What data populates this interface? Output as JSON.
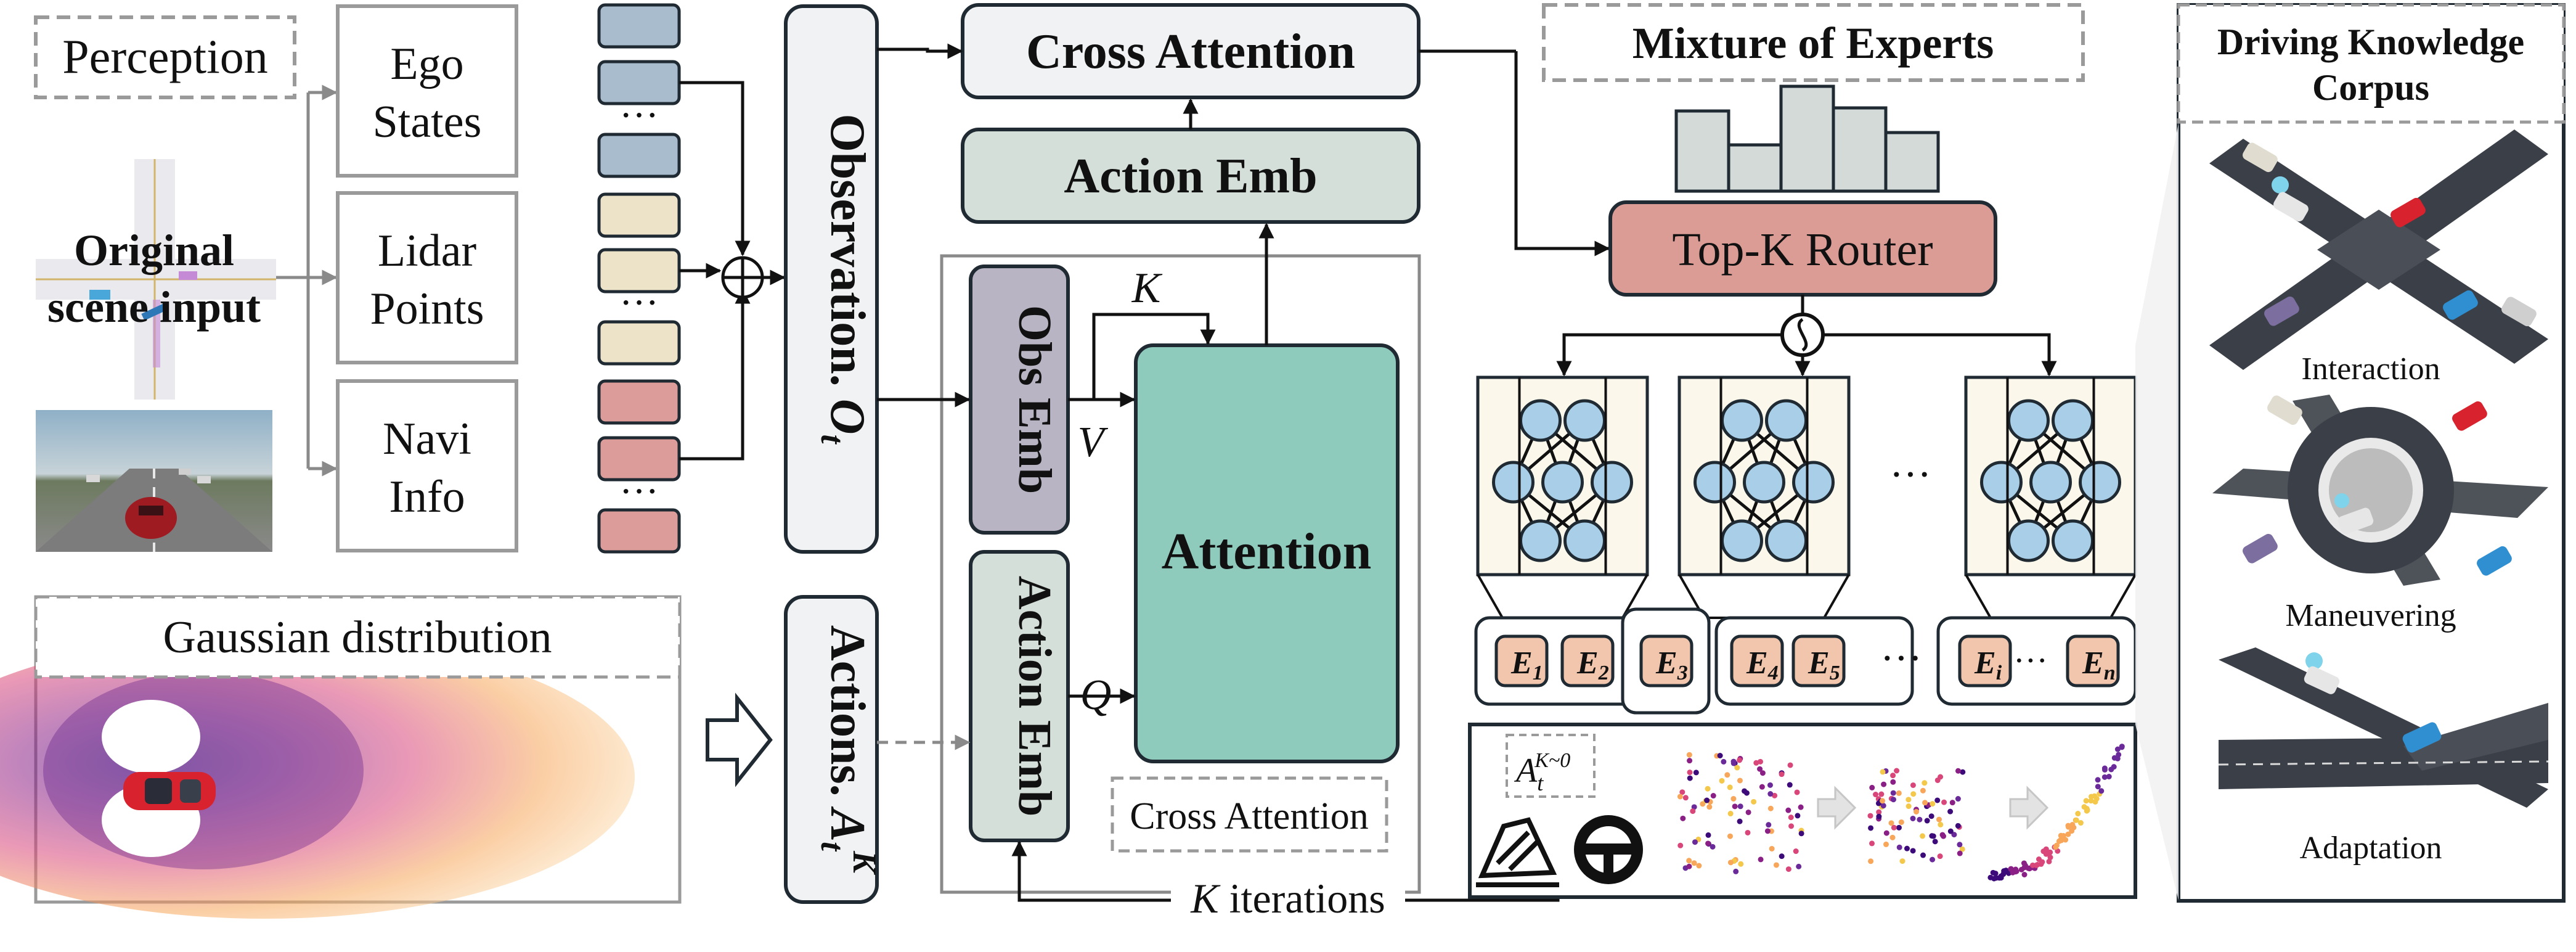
{
  "perception": {
    "title": "Perception",
    "scene_line1": "Original",
    "scene_line2": "scene input",
    "boxes": [
      {
        "line1": "Ego",
        "line2": "States"
      },
      {
        "line1": "Lidar",
        "line2": "Points"
      },
      {
        "line1": "Navi",
        "line2": "Info"
      }
    ],
    "ellipsis": "···"
  },
  "gaussian": {
    "title": "Gaussian distribution"
  },
  "observation": {
    "label": "Observation.",
    "symbol": "O",
    "subscript": "t"
  },
  "actions": {
    "label": "Actions.",
    "symbol": "A",
    "subscript": "t",
    "superscript": "K"
  },
  "decoder": {
    "cross_attention_top": "Cross Attention",
    "action_emb_top": "Action Emb",
    "obs_emb": "Obs Emb",
    "action_emb_side": "Action Emb",
    "attention": "Attention",
    "cross_attention_label": "Cross Attention",
    "k_label": "K",
    "v_label": "V",
    "q_label": "Q",
    "iterations_k": "K",
    "iterations_text": " iterations"
  },
  "moe": {
    "title": "Mixture of Experts",
    "router": "Top-K Router",
    "ellipsis": "···",
    "experts": [
      {
        "letter": "E",
        "sub": "1"
      },
      {
        "letter": "E",
        "sub": "2"
      },
      {
        "letter": "E",
        "sub": "3"
      },
      {
        "letter": "E",
        "sub": "4"
      },
      {
        "letter": "E",
        "sub": "5"
      },
      {
        "letter": "E",
        "sub": "i"
      },
      {
        "letter": "E",
        "sub": "n"
      }
    ],
    "denoise_symbol": "A",
    "denoise_sub": "t",
    "denoise_sup": "K~0"
  },
  "corpus": {
    "title_line1": "Driving Knowledge",
    "title_line2": "Corpus",
    "items": [
      "Interaction",
      "Maneuvering",
      "Adaptation"
    ]
  },
  "colors": {
    "box_border": "#9a9a9a",
    "dark_border": "#1f2a33",
    "token_blue": "#a9bccd",
    "token_beige": "#ece3c9",
    "token_red": "#dc9c9a",
    "emb_sage": "#d5dfd9",
    "obs_emb": "#b8b4c4",
    "attention": "#8fcbbd",
    "router": "#dc9c96",
    "expert_node": "#a9cfe8",
    "expert_chip": "#f2c5ad",
    "mlp_bg": "#fbf7ea",
    "histogram": "#d3dad8"
  }
}
